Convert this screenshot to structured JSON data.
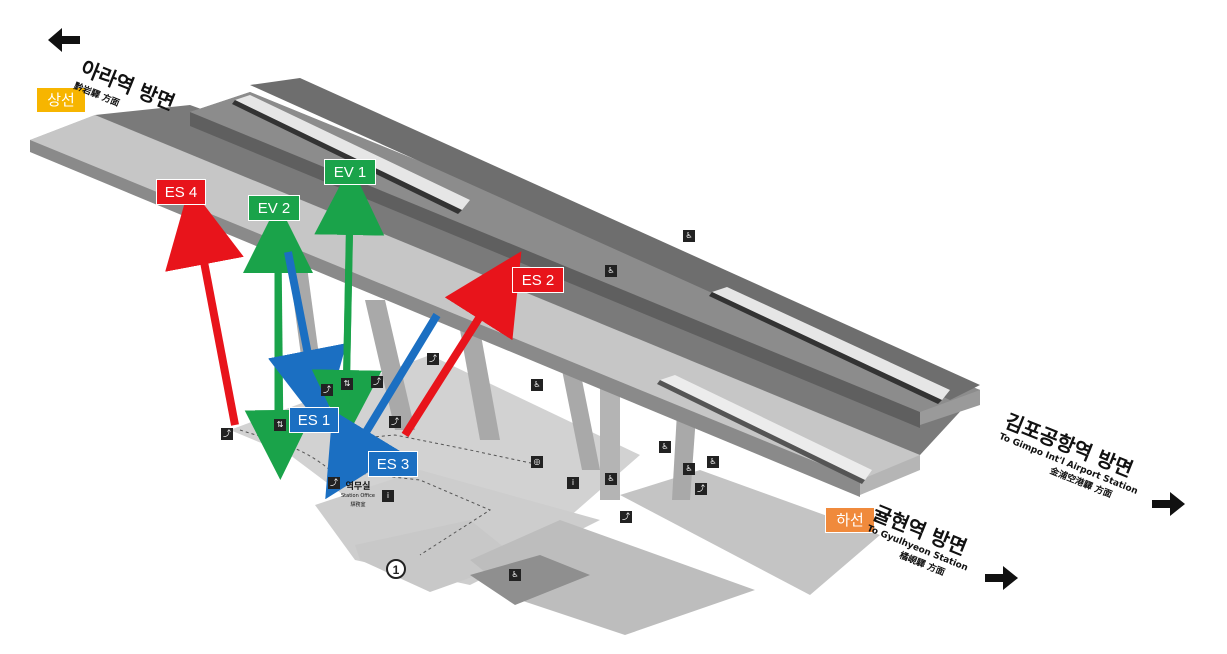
{
  "labels": {
    "es4": "ES 4",
    "ev2": "EV 2",
    "ev1": "EV 1",
    "es2": "ES 2",
    "es1": "ES 1",
    "es3": "ES 3"
  },
  "platforms": {
    "up_line": "상선",
    "down_line": "하선"
  },
  "directions": {
    "ara": {
      "title": "아라역 방면",
      "sub": "黔岩驛 方面"
    },
    "gimpo": {
      "title": "김포공항역 방면",
      "en": "To Gimpo Int'l Airport Station",
      "sub": "金浦空港驛 方面"
    },
    "gyulhyeon": {
      "title": "귤현역 방면",
      "en": "To Gyulhyeon Station",
      "sub": "橘峴驛 方面"
    }
  },
  "station_office": {
    "ko": "역무실",
    "en": "Station Office",
    "hanja": "驛務室"
  },
  "exit_number": "1",
  "colors": {
    "escalator_up": "#e8141b",
    "elevator": "#1aa34a",
    "escalator_down": "#1b6fc2",
    "up_line_badge": "#f7b500",
    "down_line_badge": "#f08a3c"
  }
}
